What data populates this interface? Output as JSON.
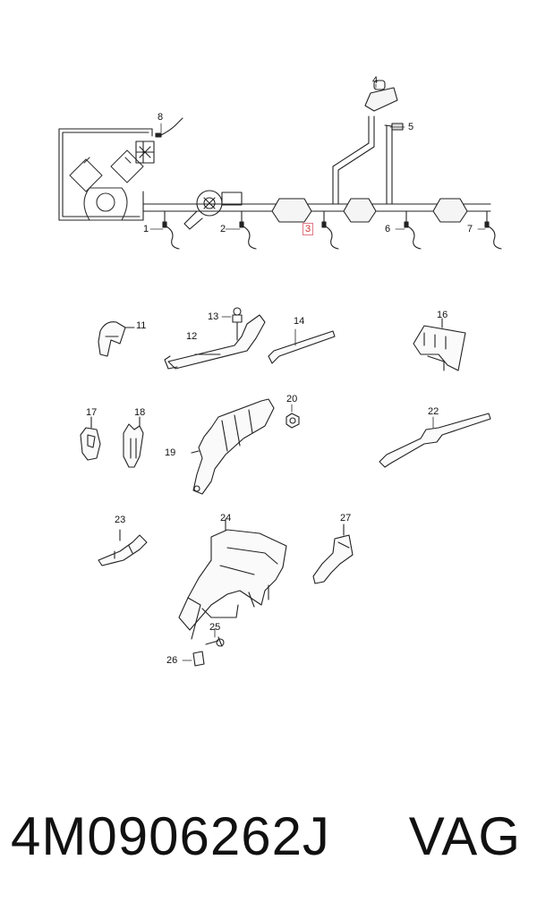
{
  "callouts": {
    "c1": "1",
    "c2": "2",
    "c3": "3",
    "c4": "4",
    "c5": "5",
    "c6": "6",
    "c7": "7",
    "c8": "8",
    "c11": "11",
    "c12": "12",
    "c13": "13",
    "c14": "14",
    "c16": "16",
    "c17": "17",
    "c18": "18",
    "c19": "19",
    "c20": "20",
    "c22": "22",
    "c23": "23",
    "c24": "24",
    "c25": "25",
    "c26": "26",
    "c27": "27"
  },
  "highlight_color": "#e07a8a",
  "footer": {
    "part_number": "4M0906262J",
    "brand": "VAG"
  }
}
